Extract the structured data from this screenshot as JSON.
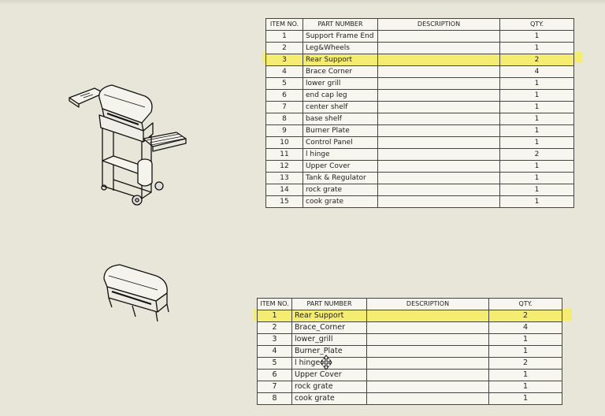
{
  "bom_top": {
    "headers": [
      "ITEM NO.",
      "PART NUMBER",
      "DESCRIPTION",
      "QTY."
    ],
    "rows": [
      {
        "item": "1",
        "part": "Support Frame End",
        "desc": "",
        "qty": "1"
      },
      {
        "item": "2",
        "part": "Leg&Wheels",
        "desc": "",
        "qty": "1"
      },
      {
        "item": "3",
        "part": "Rear Support",
        "desc": "",
        "qty": "2"
      },
      {
        "item": "4",
        "part": "Brace Corner",
        "desc": "",
        "qty": "4"
      },
      {
        "item": "5",
        "part": "lower grill",
        "desc": "",
        "qty": "1"
      },
      {
        "item": "6",
        "part": "end cap leg",
        "desc": "",
        "qty": "1"
      },
      {
        "item": "7",
        "part": "center shelf",
        "desc": "",
        "qty": "1"
      },
      {
        "item": "8",
        "part": "base shelf",
        "desc": "",
        "qty": "1"
      },
      {
        "item": "9",
        "part": "Burner Plate",
        "desc": "",
        "qty": "1"
      },
      {
        "item": "10",
        "part": "Control Panel",
        "desc": "",
        "qty": "1"
      },
      {
        "item": "11",
        "part": "l hinge",
        "desc": "",
        "qty": "2"
      },
      {
        "item": "12",
        "part": "Upper Cover",
        "desc": "",
        "qty": "1"
      },
      {
        "item": "13",
        "part": "Tank & Regulator",
        "desc": "",
        "qty": "1"
      },
      {
        "item": "14",
        "part": "rock grate",
        "desc": "",
        "qty": "1"
      },
      {
        "item": "15",
        "part": "cook grate",
        "desc": "",
        "qty": "1"
      }
    ],
    "highlight_color": "#f5ec72"
  },
  "bom_bottom": {
    "headers": [
      "ITEM NO.",
      "PART NUMBER",
      "DESCRIPTION",
      "QTY."
    ],
    "rows": [
      {
        "item": "1",
        "part": "Rear Support",
        "desc": "",
        "qty": "2"
      },
      {
        "item": "2",
        "part": "Brace_Corner",
        "desc": "",
        "qty": "4"
      },
      {
        "item": "3",
        "part": "lower_grill",
        "desc": "",
        "qty": "1"
      },
      {
        "item": "4",
        "part": "Burner_Plate",
        "desc": "",
        "qty": "1"
      },
      {
        "item": "5",
        "part": "l hinge",
        "desc": "",
        "qty": "2"
      },
      {
        "item": "6",
        "part": "Upper Cover",
        "desc": "",
        "qty": "1"
      },
      {
        "item": "7",
        "part": "rock grate",
        "desc": "",
        "qty": "1"
      },
      {
        "item": "8",
        "part": "cook grate",
        "desc": "",
        "qty": "1"
      }
    ]
  },
  "sheet_background": "#e8e6d8",
  "icons": [
    "grill-assembly-drawing",
    "grill-subassembly-drawing",
    "move-cursor-icon"
  ]
}
